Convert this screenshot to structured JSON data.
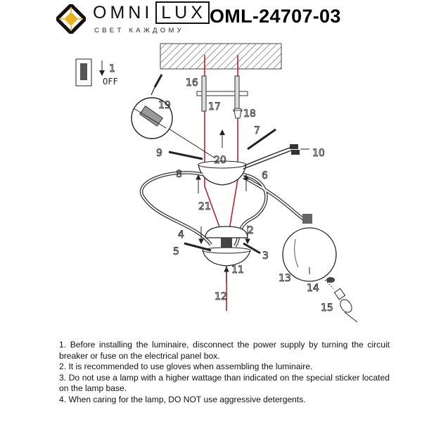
{
  "brand": {
    "name_first": "OMNI",
    "name_second": "LUX",
    "tagline": "СВЕТ КАЖДОМУ",
    "logo_icon": "diamond-logo-icon"
  },
  "model": "OML-24707-03",
  "diagram": {
    "switch_label": "OFF",
    "callouts": [
      "1",
      "2",
      "3",
      "4",
      "5",
      "6",
      "7",
      "8",
      "9",
      "10",
      "11",
      "12",
      "13",
      "14",
      "15",
      "16",
      "17",
      "18",
      "19",
      "20",
      "21"
    ]
  },
  "instructions": [
    "1. Before installing the luminaire, disconnect the power supply by turning the circuit breaker or fuse on the electrical panel box.",
    "2. It is recommended to use gloves when assembling the luminaire.",
    "3. Do not use a lamp with a higher wattage than indicated on the special sticker located on the lamp base.",
    "4. When caring for the lamp, DO NOT use aggressive detergents."
  ]
}
